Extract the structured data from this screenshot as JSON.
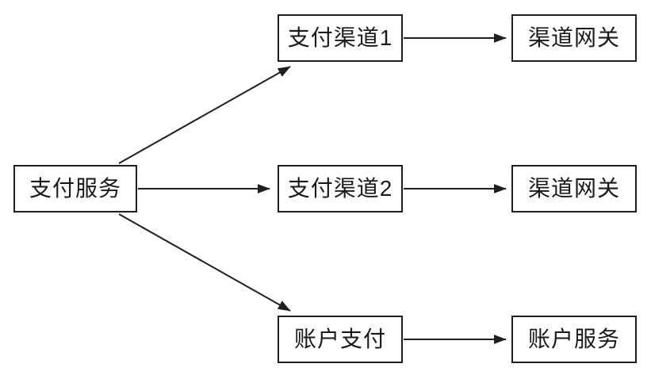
{
  "diagram": {
    "type": "flowchart",
    "direction": "left-to-right"
  },
  "nodes": [
    {
      "id": "payment-service",
      "label": "支付服务"
    },
    {
      "id": "payment-channel-1",
      "label": "支付渠道1"
    },
    {
      "id": "payment-channel-2",
      "label": "支付渠道2"
    },
    {
      "id": "account-payment",
      "label": "账户支付"
    },
    {
      "id": "channel-gateway-1",
      "label": "渠道网关"
    },
    {
      "id": "channel-gateway-2",
      "label": "渠道网关"
    },
    {
      "id": "account-service",
      "label": "账户服务"
    }
  ],
  "edges": [
    {
      "from": "payment-service",
      "to": "payment-channel-1"
    },
    {
      "from": "payment-service",
      "to": "payment-channel-2"
    },
    {
      "from": "payment-service",
      "to": "account-payment"
    },
    {
      "from": "payment-channel-1",
      "to": "channel-gateway-1"
    },
    {
      "from": "payment-channel-2",
      "to": "channel-gateway-2"
    },
    {
      "from": "account-payment",
      "to": "account-service"
    }
  ],
  "colors": {
    "background": "#ffffff",
    "line": "#1f1f1f",
    "text": "#1a1a1a"
  }
}
